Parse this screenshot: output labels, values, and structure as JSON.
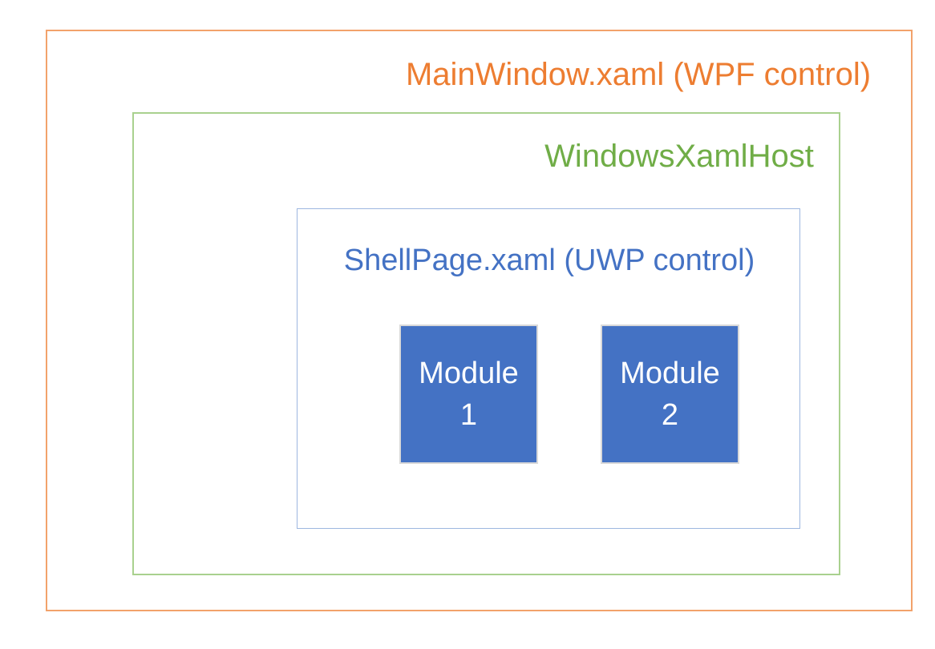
{
  "diagram": {
    "outer_box": {
      "label": "MainWindow.xaml (WPF control)",
      "label_color": "#ED7D31",
      "border_color": "#F2A26B"
    },
    "host_box": {
      "label": "WindowsXamlHost",
      "label_color": "#70AD47",
      "border_color": "#A9D18E"
    },
    "shell_box": {
      "label": "ShellPage.xaml (UWP control)",
      "label_color": "#4472C4",
      "border_color": "#9DB7E0"
    },
    "modules": [
      {
        "name": "Module",
        "number": "1"
      },
      {
        "name": "Module",
        "number": "2"
      }
    ],
    "module_style": {
      "fill_color": "#4472C4",
      "border_color": "#D9D9D9",
      "text_color": "#FFFFFF"
    }
  }
}
